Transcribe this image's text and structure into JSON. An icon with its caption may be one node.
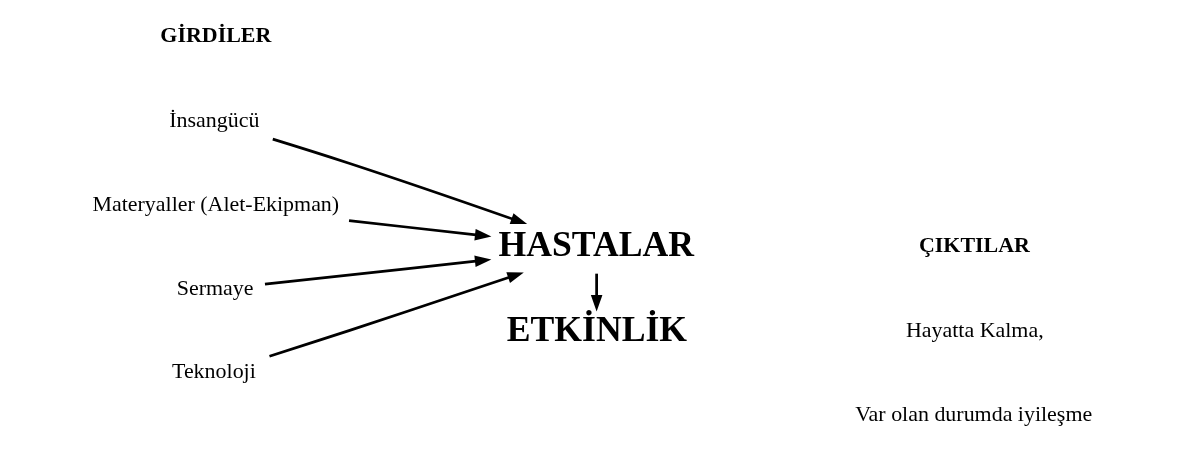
{
  "diagram": {
    "nodes": [
      {
        "text": [
          "İnsangücü"
        ]
      },
      {
        "text": [
          "Materyaller (Alet-Ekipman)"
        ]
      },
      {
        "text": [
          "Sermaye"
        ]
      },
      {
        "text": [
          "Teknoloji"
        ]
      },
      {
        "text": [
          "HASTALAR"
        ]
      },
      {
        "text": [
          "ETKİNLİK"
        ]
      }
    ],
    "edges": [
      {
        "from": 0,
        "to": 4,
        "arrow": "to"
      },
      {
        "from": 1,
        "to": 4,
        "arrow": "to"
      },
      {
        "from": 2,
        "to": 4,
        "arrow": "to"
      },
      {
        "from": 3,
        "to": 4,
        "arrow": "to"
      },
      {
        "from": 4,
        "to": 5,
        "arrow": "to"
      }
    ],
    "labels": [
      "GİRDİLER",
      "ÇIKTILAR",
      "Hayatta Kalma,",
      "Var olan durumda iyileşme"
    ]
  }
}
